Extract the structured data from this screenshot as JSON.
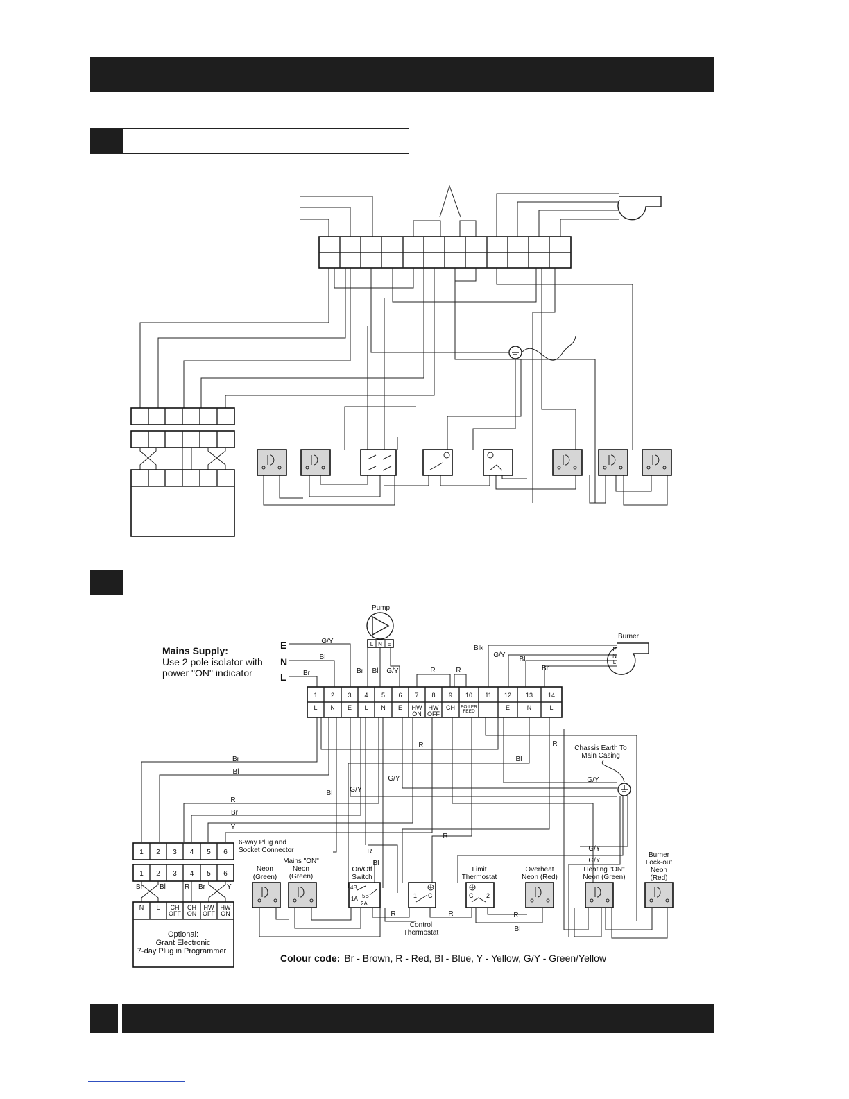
{
  "wiring": {
    "pump_label": "Pump",
    "pump_terminals": [
      "L",
      "N",
      "E"
    ],
    "burner_label": "Burner",
    "burner_terminals": [
      "E",
      "N",
      "L"
    ],
    "mains": {
      "title": "Mains Supply:",
      "line1": "Use 2 pole isolator with",
      "line2": "power \"ON\" indicator",
      "e": "E",
      "n": "N",
      "l": "L"
    },
    "terminal_numbers": [
      "1",
      "2",
      "3",
      "4",
      "5",
      "6",
      "7",
      "8",
      "9",
      "10",
      "11",
      "12",
      "13",
      "14"
    ],
    "terminal_functions": [
      "L",
      "N",
      "E",
      "L",
      "N",
      "E",
      "HW|ON",
      "HW|OFF",
      "CH",
      "BOILER|FEED",
      "",
      "E",
      "N",
      "L"
    ],
    "plug": {
      "label_line1": "6-way Plug and",
      "label_line2": "Socket Connector",
      "numbers": [
        "1",
        "2",
        "3",
        "4",
        "5",
        "6"
      ],
      "programmer_terminals": [
        "N",
        "L",
        "CH|OFF",
        "CH|ON",
        "HW|OFF",
        "HW|ON"
      ],
      "cross_colours": [
        "Br",
        "Bl",
        "R",
        "Br",
        "Y"
      ],
      "programmer_line1": "Optional:",
      "programmer_line2": "Grant Electronic",
      "programmer_line3": "7-day Plug in Programmer"
    },
    "components": {
      "neon": [
        "Neon",
        "(Green)"
      ],
      "mains_on_neon": [
        "Mains \"ON\"",
        "Neon",
        "(Green)"
      ],
      "onoff_switch": [
        "On/Off",
        "Switch"
      ],
      "switch_contacts": [
        "4B",
        "5B",
        "1A",
        "2A"
      ],
      "control_thermostat": [
        "Control",
        "Thermostat"
      ],
      "control_contacts": [
        "1",
        "C"
      ],
      "limit_thermostat": [
        "Limit",
        "Thermostat"
      ],
      "limit_contacts": [
        "C",
        "2"
      ],
      "overheat_neon": [
        "Overheat",
        "Neon (Red)"
      ],
      "heating_on_neon": [
        "Heating \"ON\"",
        "Neon (Green)"
      ],
      "burner_lockout_neon": [
        "Burner",
        "Lock-out",
        "Neon",
        "(Red)"
      ]
    },
    "chassis_earth": [
      "Chassis Earth To",
      "Main Casing"
    ],
    "wire_labels": {
      "gy": "G/Y",
      "bl": "Bl",
      "br": "Br",
      "r": "R",
      "blk": "Blk",
      "y": "Y"
    },
    "colour_code": {
      "label": "Colour code:",
      "text": "Br - Brown, R - Red, Bl - Blue, Y - Yellow,  G/Y - Green/Yellow"
    }
  }
}
